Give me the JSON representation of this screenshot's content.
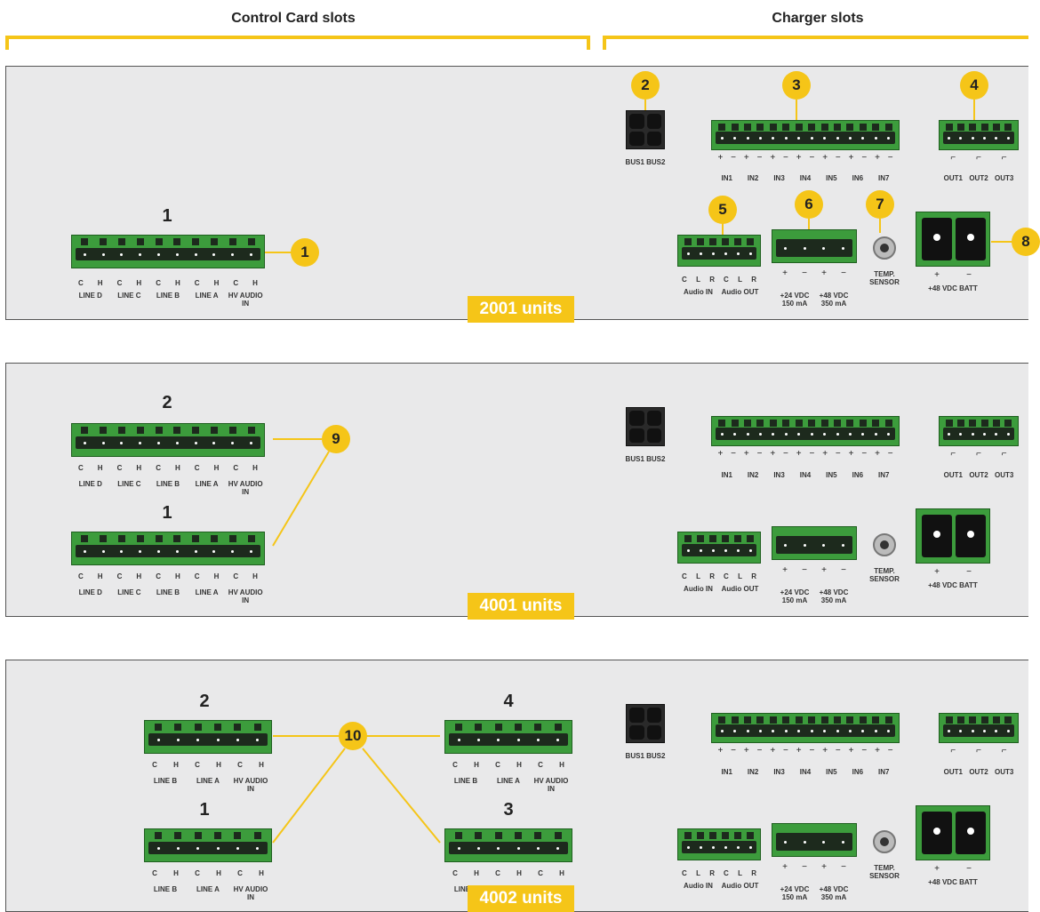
{
  "headers": {
    "control": "Control Card slots",
    "charger": "Charger slots"
  },
  "units": [
    "2001 units",
    "4001 units",
    "4002 units"
  ],
  "callouts": [
    "1",
    "2",
    "3",
    "4",
    "5",
    "6",
    "7",
    "8",
    "9",
    "10"
  ],
  "slot_numbers": {
    "one": "1",
    "two": "2",
    "three": "3",
    "four": "4"
  },
  "cc_pins": [
    "C",
    "H",
    "C",
    "H",
    "C",
    "H",
    "C",
    "H",
    "C",
    "H"
  ],
  "cc_lines": [
    "LINE D",
    "LINE C",
    "LINE B",
    "LINE A",
    "HV AUDIO IN"
  ],
  "cc_pins_short": [
    "C",
    "H",
    "C",
    "H",
    "C",
    "H"
  ],
  "cc_lines_short": [
    "LINE B",
    "LINE A",
    "HV AUDIO IN"
  ],
  "bus": "BUS1  BUS2",
  "inputs": {
    "signs": [
      "+",
      "−",
      "+",
      "−",
      "+",
      "−",
      "+",
      "−",
      "+",
      "−",
      "+",
      "−",
      "+",
      "−"
    ],
    "labels": [
      "IN1",
      "IN2",
      "IN3",
      "IN4",
      "IN5",
      "IN6",
      "IN7"
    ]
  },
  "outputs": {
    "signs": [
      "⌐",
      "⌐",
      "⌐"
    ],
    "labels": [
      "OUT1",
      "OUT2",
      "OUT3"
    ]
  },
  "audio": {
    "pins": [
      "C",
      "L",
      "R",
      "C",
      "L",
      "R"
    ],
    "labels": [
      "Audio IN",
      "Audio OUT"
    ]
  },
  "power": {
    "signs": [
      "+",
      "−",
      "+",
      "−"
    ],
    "v24": "+24 VDC",
    "a24": "150 mA",
    "v48": "+48 VDC",
    "a48": "350 mA"
  },
  "temp": {
    "line1": "TEMP.",
    "line2": "SENSOR"
  },
  "battery": {
    "signs": [
      "+",
      "−"
    ],
    "label": "+48 VDC BATT"
  },
  "colors": {
    "accent": "#f5c518",
    "terminal": "#3c9c3c",
    "panel": "#e9e9ea"
  }
}
